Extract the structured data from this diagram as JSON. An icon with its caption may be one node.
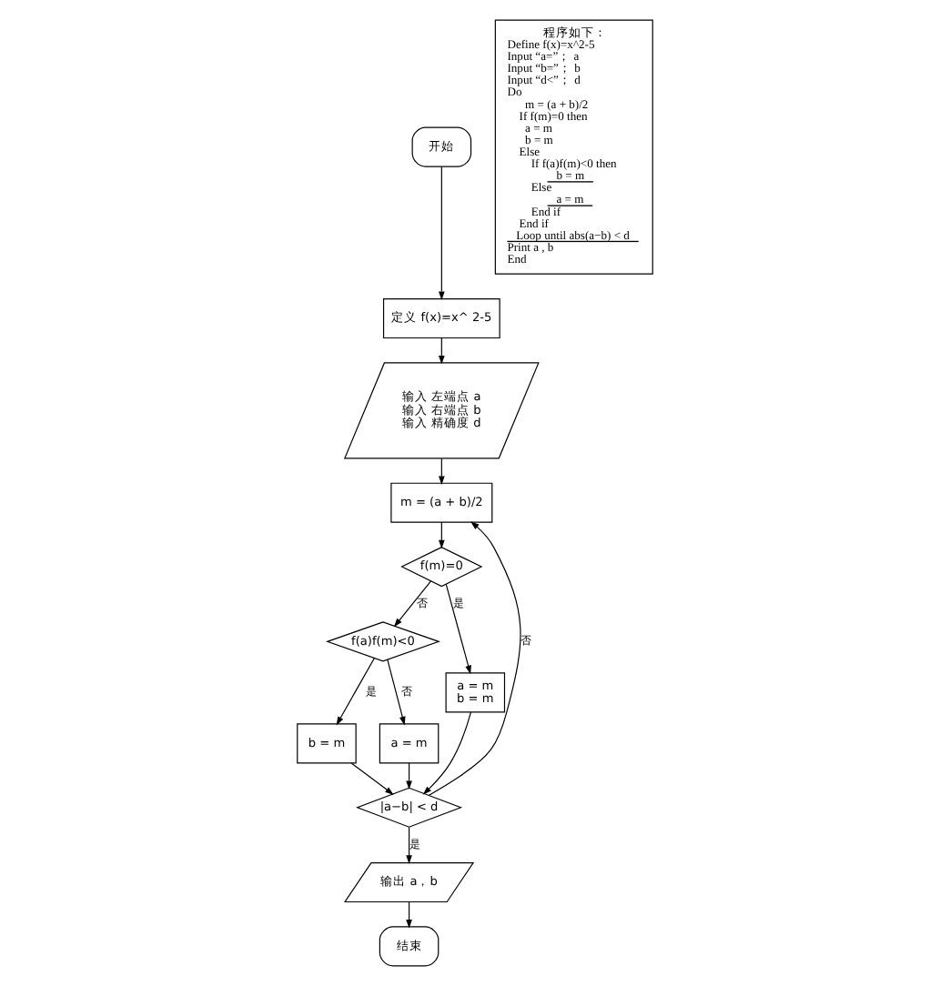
{
  "diagram": {
    "nodes": [
      {
        "text": [
          "开始"
        ]
      },
      {
        "text": [
          "定义 f(x)=x^ 2-5"
        ]
      },
      {
        "text": [
          "输入 左端点 a",
          "输入 右端点 b",
          "输入 精确度 d"
        ]
      },
      {
        "text": [
          "m = (a + b)/2"
        ]
      },
      {
        "text": [
          "f(m)=0"
        ]
      },
      {
        "text": [
          "f(a)f(m)<0"
        ]
      },
      {
        "text": [
          "a = m",
          "b = m"
        ]
      },
      {
        "text": [
          "b = m"
        ]
      },
      {
        "text": [
          "a = m"
        ]
      },
      {
        "text": [
          "|a−b| < d"
        ]
      },
      {
        "text": [
          "输出 a，b"
        ]
      },
      {
        "text": [
          "结束"
        ]
      },
      {
        "text": [
          "程序如下：",
          "Define f(x)=x^2-5",
          "Input “a=”； a",
          "Input “b=”； b",
          "Input “d<”； d",
          "Do",
          "m = (a + b)/2",
          "If f(m)=0 then",
          "a = m",
          "b = m",
          "Else",
          "If f(a)f(m)<0 then",
          "b = m",
          "Else",
          "a = m",
          "End if",
          "End if",
          "Loop until abs(a−b) < d",
          "Print a , b",
          "End"
        ]
      }
    ],
    "edges": [
      {
        "from": 0,
        "to": 1,
        "arrow": "to"
      },
      {
        "from": 1,
        "to": 2,
        "arrow": "to"
      },
      {
        "from": 2,
        "to": 3,
        "arrow": "to"
      },
      {
        "from": 3,
        "to": 4,
        "arrow": "to"
      },
      {
        "from": 4,
        "to": 6,
        "arrow": "to",
        "label": "是"
      },
      {
        "from": 4,
        "to": 5,
        "arrow": "to",
        "label": "否"
      },
      {
        "from": 5,
        "to": 7,
        "arrow": "to",
        "label": "是"
      },
      {
        "from": 5,
        "to": 8,
        "arrow": "to",
        "label": "否"
      },
      {
        "from": 6,
        "to": 9,
        "arrow": "to"
      },
      {
        "from": 7,
        "to": 9,
        "arrow": "to"
      },
      {
        "from": 8,
        "to": 9,
        "arrow": "to"
      },
      {
        "from": 9,
        "to": 3,
        "arrow": "to",
        "label": "否"
      },
      {
        "from": 9,
        "to": 10,
        "arrow": "to",
        "label": "是"
      },
      {
        "from": 10,
        "to": 11,
        "arrow": "to"
      }
    ]
  }
}
